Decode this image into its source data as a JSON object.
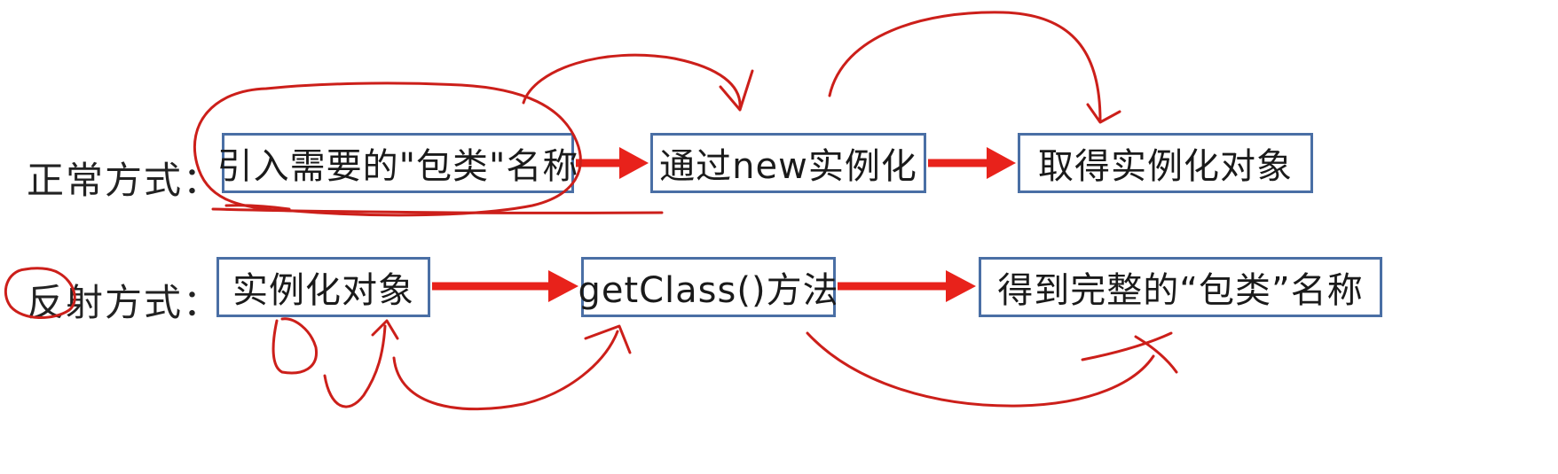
{
  "rows": [
    {
      "label": "正常方式：",
      "steps": [
        "引入需要的\"包类\"名称",
        "通过new实例化",
        "取得实例化对象"
      ]
    },
    {
      "label": "反射方式：",
      "steps": [
        "实例化对象",
        "getClass()方法",
        "得到完整的“包类”名称"
      ]
    }
  ],
  "colors": {
    "arrow": "#e8221b",
    "box_border": "#4a6fa5",
    "annotation": "#cc1f1a"
  }
}
